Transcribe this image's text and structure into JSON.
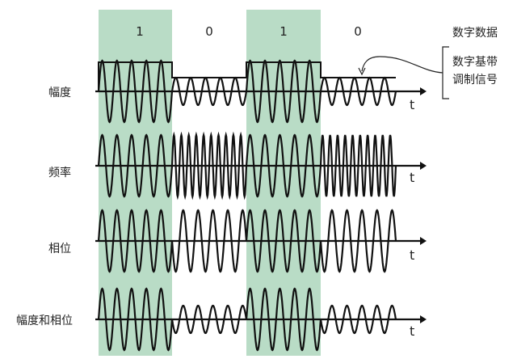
{
  "bits": [
    "1",
    "0",
    "1",
    "0"
  ],
  "rows": [
    {
      "label": "幅度",
      "type": "amplitude"
    },
    {
      "label": "频率",
      "type": "frequency"
    },
    {
      "label": "相位",
      "type": "phase"
    },
    {
      "label": "幅度和相位",
      "type": "amplitude-phase"
    }
  ],
  "axis_label": "t",
  "digital_data_label": "数字数据",
  "baseband_label_line1": "数字基带",
  "baseband_label_line2": "调制信号",
  "colors": {
    "band": "#b9dcc6",
    "wave": "#111111"
  }
}
